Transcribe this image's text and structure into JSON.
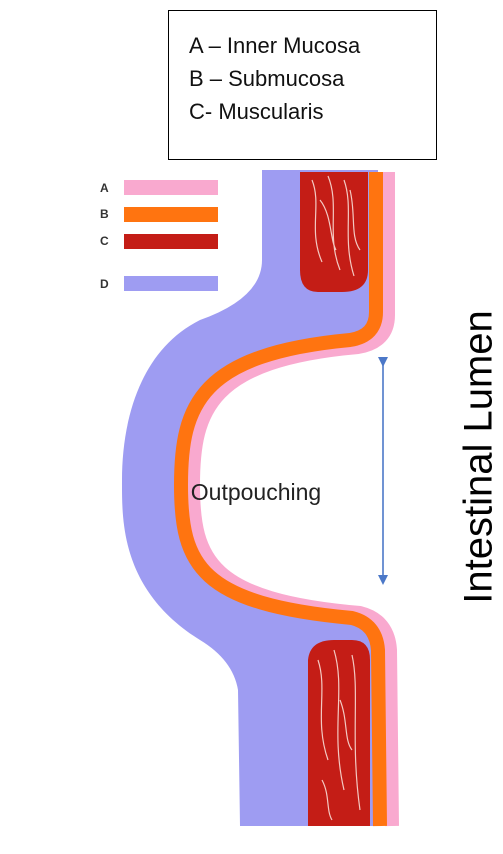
{
  "key_box": {
    "lines": [
      "A – Inner Mucosa",
      "B – Submucosa",
      "C- Muscularis"
    ]
  },
  "legend": [
    {
      "letter": "A",
      "color": "#f9a9cf"
    },
    {
      "letter": "B",
      "color": "#ff7410"
    },
    {
      "letter": "C",
      "color": "#c41d16"
    },
    {
      "letter": "D",
      "color": "#9e9cf2"
    }
  ],
  "labels": {
    "outpouching": "Outpouching",
    "intestinal_lumen": "Intestinal Lumen"
  },
  "colors": {
    "inner_mucosa": "#f9a9cf",
    "submucosa": "#ff7410",
    "muscularis": "#c41d16",
    "outer_layer": "#9e9cf2",
    "arrow": "#4c78c8"
  }
}
